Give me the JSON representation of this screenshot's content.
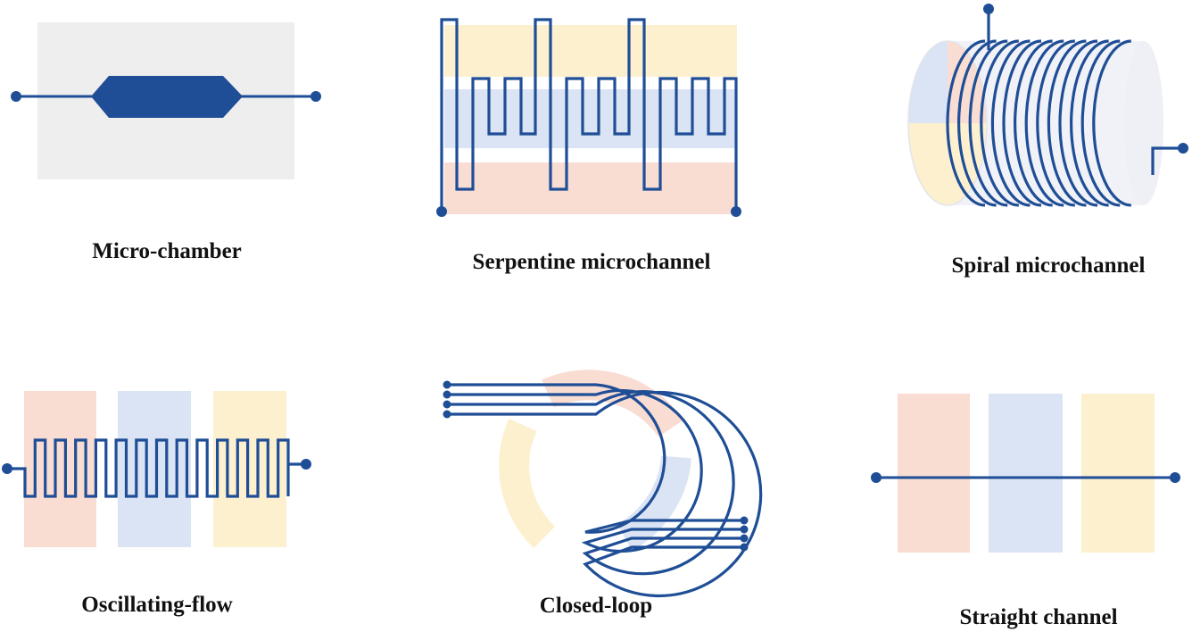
{
  "colors": {
    "channel": "#1f4e96",
    "red_zone": "#f9ddd3",
    "blue_zone": "#dbe4f4",
    "yellow_zone": "#fcf0cf",
    "chamber_bg": "#eeeeee"
  },
  "panels": [
    {
      "id": "micro-chamber",
      "label": "Micro-chamber"
    },
    {
      "id": "serpentine",
      "label": "Serpentine microchannel"
    },
    {
      "id": "spiral",
      "label": "Spiral microchannel"
    },
    {
      "id": "oscillating",
      "label": "Oscillating-flow"
    },
    {
      "id": "closed-loop",
      "label": "Closed-loop"
    },
    {
      "id": "straight",
      "label": "Straight channel"
    }
  ]
}
